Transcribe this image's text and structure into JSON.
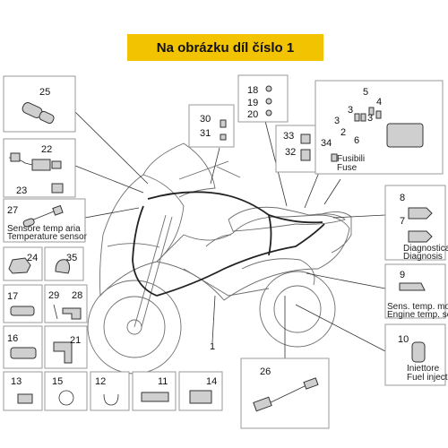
{
  "banner": {
    "title": "Na obrázku díl číslo 1"
  },
  "labels": {
    "sensor_air_it": "Sensore temp aria",
    "sensor_air_en": "Temperature sensor",
    "fuse_it": "Fusibili",
    "fuse_en": "Fuse",
    "diag_it": "Diagnostica",
    "diag_en": "Diagnosis",
    "engine_it": "Sens. temp. motore",
    "engine_en": "Engine temp. sensor",
    "inj_it": "Iniettore",
    "inj_en": "Fuel injector"
  },
  "parts": {
    "p1": "1",
    "p2": "2",
    "p3a": "3",
    "p3b": "3",
    "p3c": "3",
    "p4": "4",
    "p5": "5",
    "p6": "6",
    "p7": "7",
    "p8": "8",
    "p9": "9",
    "p10": "10",
    "p11": "11",
    "p12": "12",
    "p13": "13",
    "p14": "14",
    "p15": "15",
    "p16": "16",
    "p17": "17",
    "p18": "18",
    "p19": "19",
    "p20": "20",
    "p21": "21",
    "p22": "22",
    "p23": "23",
    "p24": "24",
    "p25": "25",
    "p26": "26",
    "p27": "27",
    "p28": "28",
    "p29": "29",
    "p30": "30",
    "p31": "31",
    "p32": "32",
    "p33": "33",
    "p34": "34",
    "p35": "35"
  }
}
